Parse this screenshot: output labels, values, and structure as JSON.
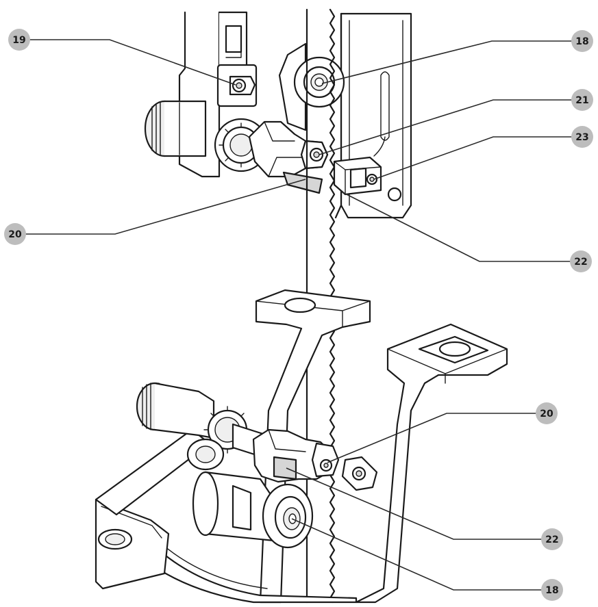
{
  "callouts": [
    {
      "id": "c19-top",
      "label": "19"
    },
    {
      "id": "c18-top",
      "label": "18"
    },
    {
      "id": "c21",
      "label": "21"
    },
    {
      "id": "c23",
      "label": "23"
    },
    {
      "id": "c20-left",
      "label": "20"
    },
    {
      "id": "c22-top",
      "label": "22"
    },
    {
      "id": "c20-lower",
      "label": "20"
    },
    {
      "id": "c22-lower",
      "label": "22"
    },
    {
      "id": "c18-bottom",
      "label": "18"
    }
  ]
}
